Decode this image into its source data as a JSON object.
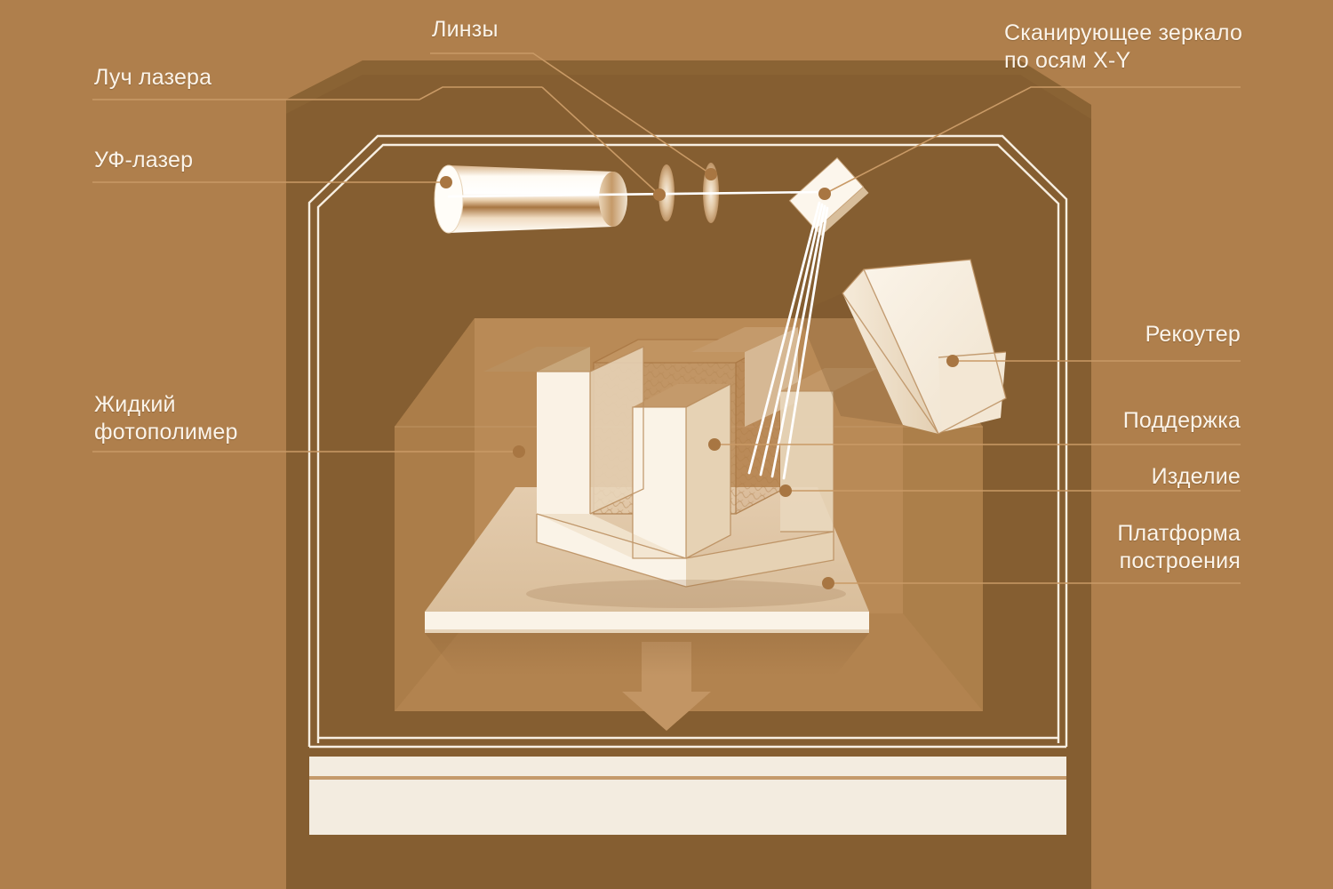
{
  "diagram": {
    "title": "SLA / stereolithography 3D printer cutaway diagram",
    "background_color": "#AF7F4C",
    "chamber_color": "#855E31",
    "vat_color": "#BC8F61",
    "part_color": "#F5EADA",
    "label_color": "#FBF4EA",
    "leader_color": "#C99A66"
  },
  "labels": {
    "laser_beam": "Луч лазера",
    "uv_laser": "УФ-лазер",
    "lenses": "Линзы",
    "scanning_mirror": "Сканирующее зеркало\nпо осям X-Y",
    "liquid_photopolymer": "Жидкий\nфотополимер",
    "recoater": "Рекоутер",
    "support": "Поддержка",
    "part": "Изделие",
    "build_platform": "Платформа\nпостроения"
  },
  "icons": {
    "laser_tube": "laser-tube-icon",
    "lens_one": "lens-icon",
    "lens_two": "lens-icon",
    "mirror": "scanning-mirror-icon",
    "recoater_blade": "recoater-blade-icon",
    "printed_part": "printed-part-icon",
    "support_mesh": "support-mesh-icon",
    "platform": "build-platform-icon",
    "descent_arrow": "down-arrow-icon",
    "beam_rays": "laser-beam-rays-icon"
  }
}
